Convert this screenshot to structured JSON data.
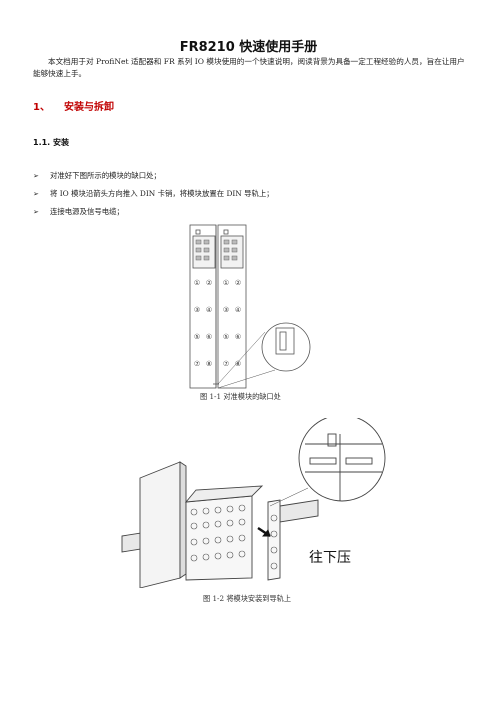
{
  "doc": {
    "title": "FR8210 快速使用手册",
    "intro": "本文档用于对 ProfiNet 适配器和 FR 系列 IO 模块使用的一个快速说明，阅读背景为具备一定工程经验的人员，旨在让用户能够快速上手。",
    "section1": {
      "number": "1、",
      "title": "安装与拆卸"
    },
    "section11": {
      "title": "1.1. 安装"
    },
    "bullets": [
      "对准好下图所示的模块的缺口处；",
      "将 IO 模块沿箭头方向推入 DIN 卡销，将模块放置在 DIN 导轨上；",
      "连接电源及信号电缆；"
    ],
    "figure1": {
      "caption": "图 1-1 对准模块的缺口处",
      "terminal_labels": [
        "①",
        "②",
        "③",
        "④",
        "⑤",
        "⑥",
        "⑦",
        "⑧"
      ]
    },
    "figure2": {
      "caption": "图 1-2 将模块安装到导轨上",
      "annotation": "往下压"
    }
  }
}
